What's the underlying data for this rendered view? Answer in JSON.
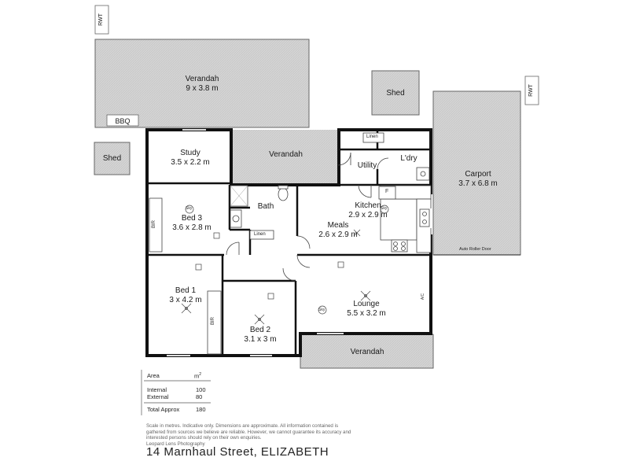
{
  "rooms": {
    "verandah_back": {
      "name": "Verandah",
      "size": "9 x 3.8 m"
    },
    "bbq": "BBQ",
    "rwt_left": "RWT",
    "rwt_right": "RWT",
    "shed_left": "Shed",
    "shed_right": "Shed",
    "study": {
      "name": "Study",
      "size": "3.5 x 2.2 m"
    },
    "verandah_mid": "Verandah",
    "utility": "Utility",
    "laundry": "L'dry",
    "linen_top": "Linen",
    "carport": {
      "name": "Carport",
      "size": "3.7 x 6.8 m"
    },
    "bath": "Bath",
    "kitchen": {
      "name": "Kitchen",
      "size": "2.9 x 2.9 m"
    },
    "meals": {
      "name": "Meals",
      "size": "2.6 x 2.9 m"
    },
    "bed3": {
      "name": "Bed 3",
      "size": "3.6 x 2.8 m"
    },
    "bir_bed3": "BIR",
    "linen_mid": "Linen",
    "bed1": {
      "name": "Bed 1",
      "size": "3 x 4.2 m"
    },
    "bir_bed1": "BIR",
    "bed2": {
      "name": "Bed 2",
      "size": "3.1 x 3 m"
    },
    "lounge": {
      "name": "Lounge",
      "size": "5.5 x 3.2 m"
    },
    "verandah_front": "Verandah",
    "auto_door": "Auto Roller Door",
    "fridge": "F",
    "sky1": "Sky",
    "sky2": "Sky",
    "sky3": "Sky",
    "ac": "A/C"
  },
  "area_table": {
    "header_label": "Area",
    "header_unit": "m",
    "header_unit_sup": "2",
    "rows": [
      {
        "label": "Internal",
        "value": "100"
      },
      {
        "label": "External",
        "value": "80"
      }
    ],
    "total_label": "Total Approx",
    "total_value": "180"
  },
  "disclaimer": "Scale in metres. Indicative only. Dimensions are approximate. All information contained is gathered from sources we believe are reliable. However, we cannot guarantee its accuracy and interested persons should rely on their own enquiries.",
  "credit": "Leopard Lens Photography",
  "address": "14 Marnhaul Street, ELIZABETH",
  "colors": {
    "grey_fill": "#d6d6d6",
    "wall": "#111111",
    "line": "#555555"
  }
}
